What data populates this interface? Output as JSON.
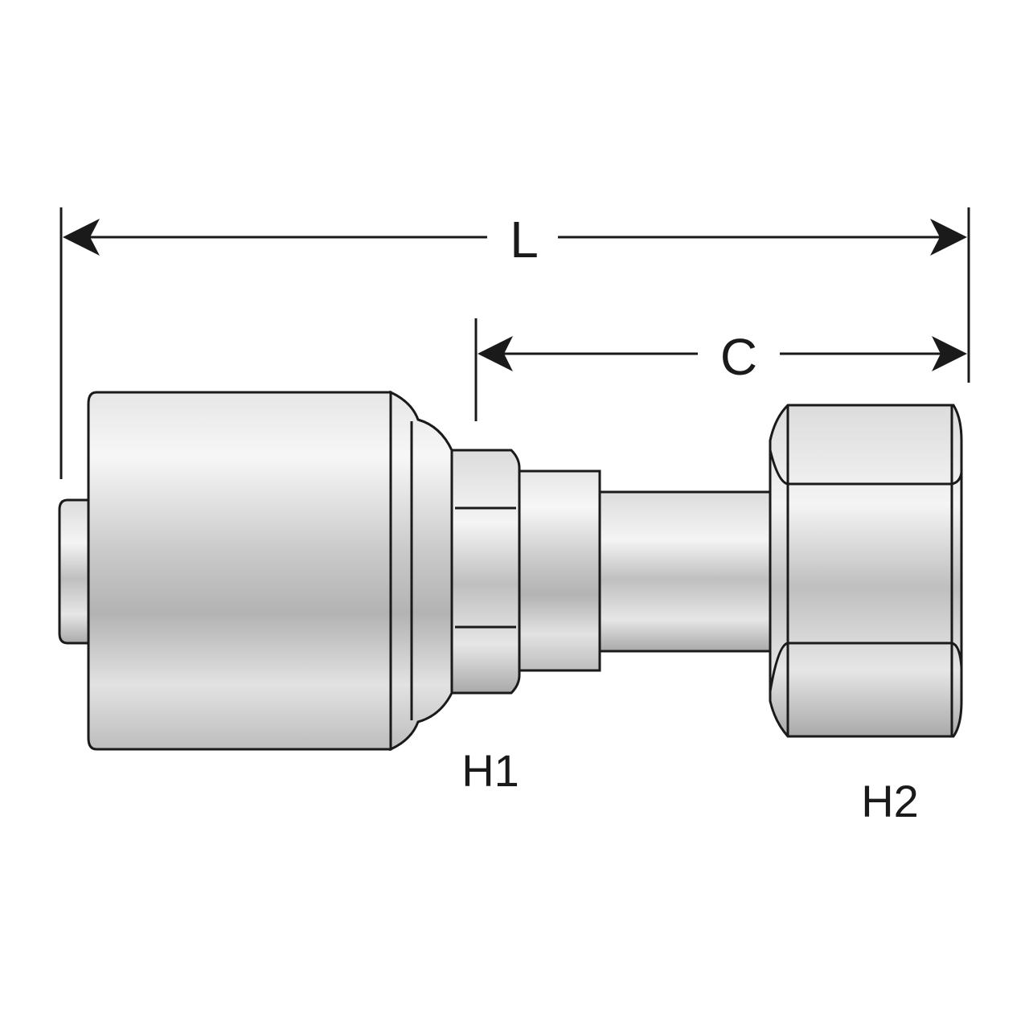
{
  "dimensions": {
    "overall_length_label": "L",
    "center_length_label": "C"
  },
  "hex_labels": {
    "hex_1": "H1",
    "hex_2": "H2"
  },
  "colors": {
    "line": "#1a1a1a",
    "metal_light": "#f2f2f2",
    "metal_mid": "#c8c8c8",
    "metal_dark": "#8a8a8a"
  }
}
